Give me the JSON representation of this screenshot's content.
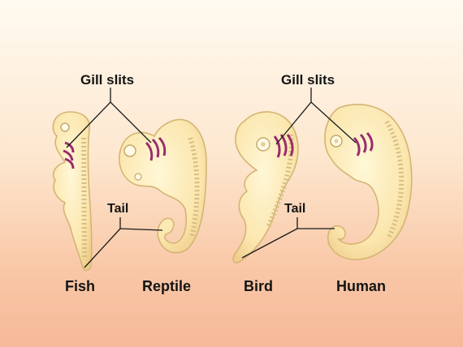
{
  "labels": {
    "gill_slits_left": "Gill slits",
    "gill_slits_right": "Gill slits",
    "tail_left": "Tail",
    "tail_right": "Tail",
    "fish": "Fish",
    "reptile": "Reptile",
    "bird": "Bird",
    "human": "Human"
  },
  "colors": {
    "embryo_fill": "#fcecb8",
    "embryo_outline": "#d4b574",
    "gill_slit": "#9a2a6e",
    "leader_line": "#1a1a1a"
  }
}
